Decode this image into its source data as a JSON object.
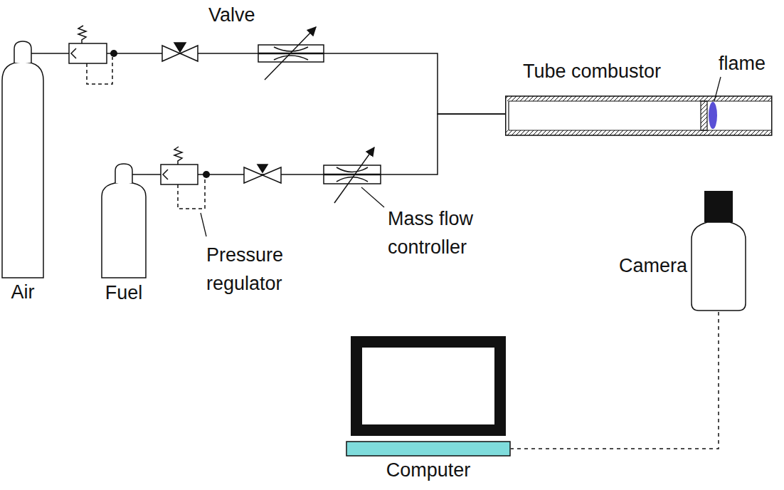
{
  "diagram": {
    "nodes": [
      {
        "text": [
          "Air"
        ]
      },
      {
        "text": [
          "Fuel"
        ]
      },
      {
        "text": [
          "Tube combustor"
        ]
      },
      {
        "text": [
          "Camera"
        ]
      },
      {
        "text": [
          "Computer"
        ]
      }
    ],
    "edges": [
      {
        "from": 0,
        "to": 2,
        "arrow": "none"
      },
      {
        "from": 1,
        "to": 2,
        "arrow": "none"
      },
      {
        "from": 3,
        "to": 4,
        "arrow": "none"
      }
    ],
    "labels": [
      "Valve",
      "Pressure regulator",
      "Mass flow controller",
      "flame"
    ]
  }
}
